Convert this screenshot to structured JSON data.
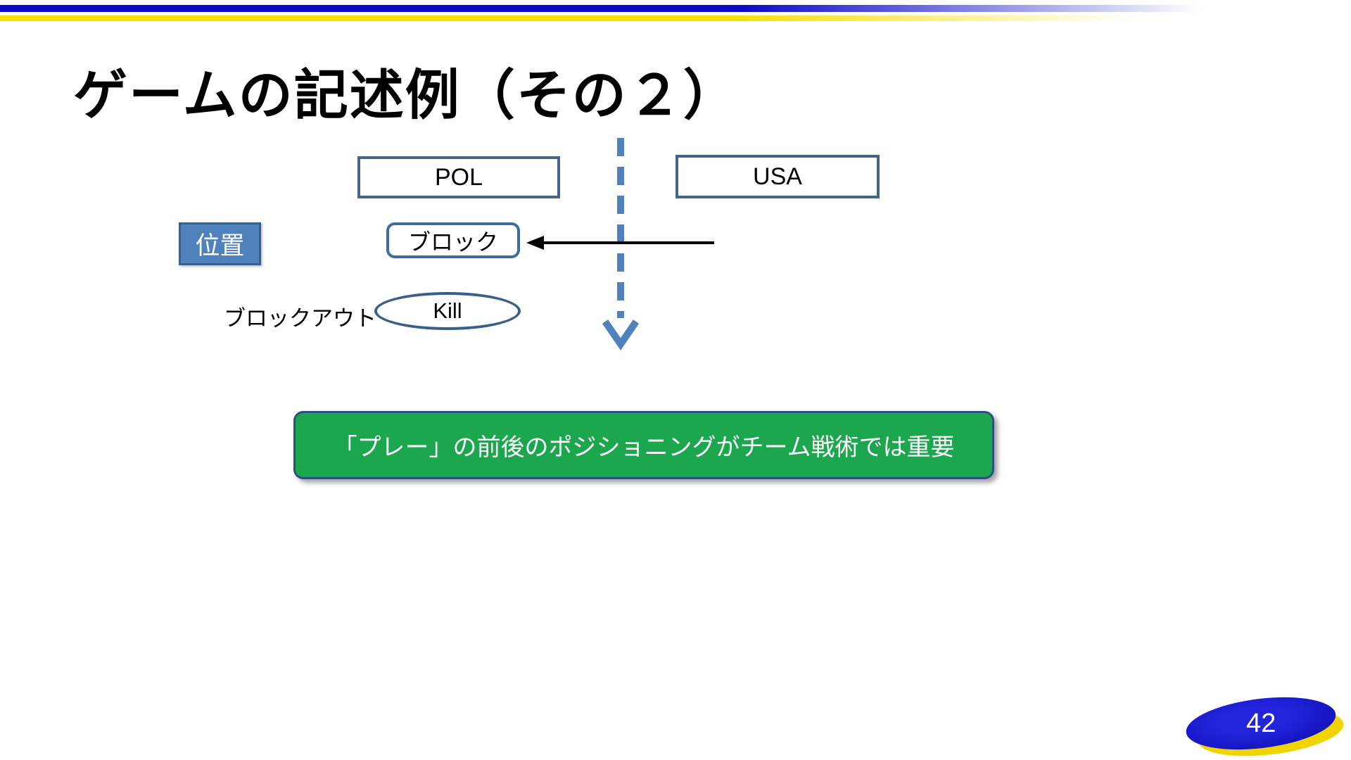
{
  "slide": {
    "title": "ゲームの記述例（その２）",
    "page_number": "42"
  },
  "diagram": {
    "pol_label": "POL",
    "usa_label": "USA",
    "position_label": "位置",
    "block_label": "ブロック",
    "blockout_label": "ブロックアウト",
    "kill_label": "Kill",
    "icons": {
      "down_arrow": "dashed-down-arrow",
      "left_arrow": "solid-left-arrow"
    }
  },
  "callout": {
    "text": "「プレー」の前後のポジショニングがチーム戦術では重要"
  },
  "colors": {
    "top_bar_blue": "#0b0bc8",
    "top_bar_yellow": "#f8df00",
    "box_border_blue": "#44648c",
    "position_fill_blue": "#4f81bd",
    "dashed_arrow_blue": "#4f81bd",
    "callout_green": "#1ca64e",
    "callout_border": "#2d4e81",
    "page_ellipse_blue": "#1212c8",
    "page_ellipse_yellow": "#f0d400"
  }
}
